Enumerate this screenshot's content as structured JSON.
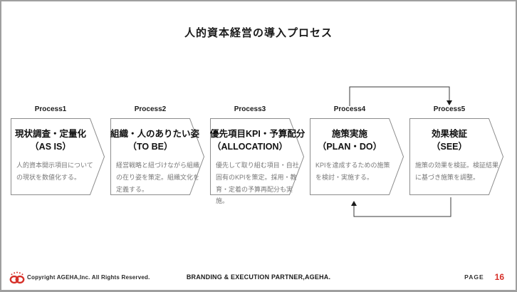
{
  "slide": {
    "title": "人的資本経営の導入プロセス"
  },
  "processes": [
    {
      "label": "Process1",
      "title": "現状調査・定量化",
      "subtitle": "（AS IS）",
      "description": "人的資本開示項目について\nの現状を数値化する。"
    },
    {
      "label": "Process2",
      "title": "組織・人のありたい姿",
      "subtitle": "（TO BE）",
      "description": "経営戦略と紐づけながら組織\nの在り姿を策定。組織文化を\n定義する。"
    },
    {
      "label": "Process3",
      "title": "優先項目KPI・予算配分",
      "subtitle": "（ALLOCATION）",
      "description": "優先して取り組む項目・自社\n固有のKPIを策定。採用・教\n育・定着の予算再配分も実施。"
    },
    {
      "label": "Process4",
      "title": "施策実施",
      "subtitle": "（PLAN・DO）",
      "description": "KPIを達成するための施策\nを検討・実施する。"
    },
    {
      "label": "Process5",
      "title": "効果検証",
      "subtitle": "（SEE）",
      "description": "施策の効果を検証。検証結果\nに基づき施策を調整。"
    }
  ],
  "arrows": {
    "forward": "process4-to-process5",
    "feedback": "process5-to-process4"
  },
  "footer": {
    "copyright": "Copyright AGEHA,Inc.  All Rights Reserved.",
    "brand": "BRANDING & EXECUTION PARTNER,AGEHA.",
    "page_label": "PAGE",
    "page_number": "16"
  },
  "colors": {
    "accent_red": "#d63029",
    "box_border": "#8c8c8c",
    "description_gray": "#787878"
  }
}
